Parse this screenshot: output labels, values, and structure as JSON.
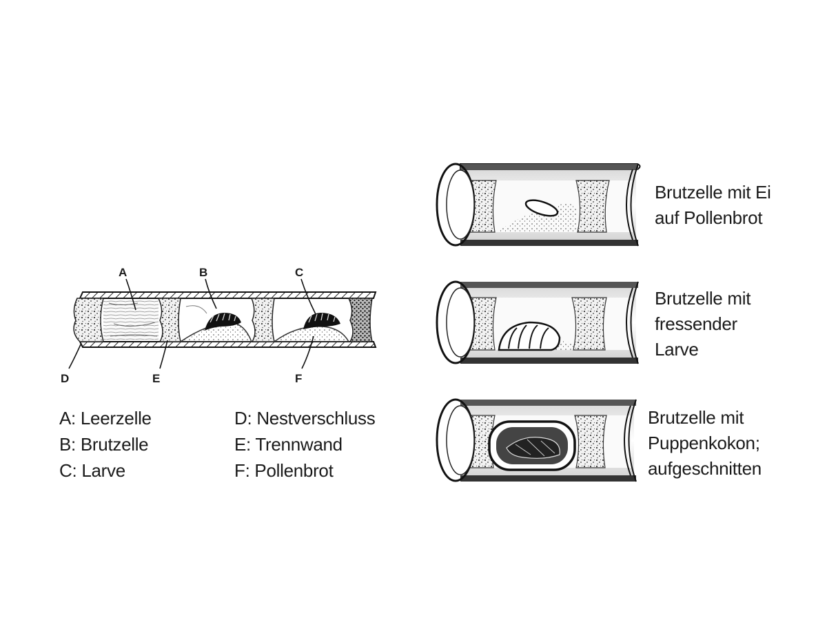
{
  "callouts": {
    "a": "A",
    "b": "B",
    "c": "C",
    "d": "D",
    "e": "E",
    "f": "F"
  },
  "legend": {
    "left": [
      "A: Leerzelle",
      "B: Brutzelle",
      "C: Larve"
    ],
    "right": [
      "D: Nestverschluss",
      "E: Trennwand",
      "F: Pollenbrot"
    ]
  },
  "stages": [
    {
      "lines": [
        "Brutzelle mit Ei",
        "auf Pollenbrot"
      ]
    },
    {
      "lines": [
        "Brutzelle mit",
        "fressender",
        "Larve"
      ]
    },
    {
      "lines": [
        "Brutzelle mit",
        "Puppenkokon;",
        "aufgeschnitten"
      ]
    }
  ]
}
